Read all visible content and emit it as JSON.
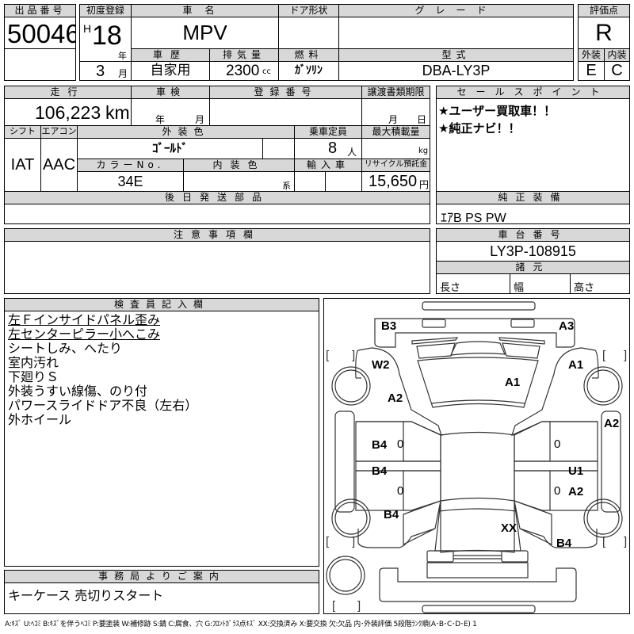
{
  "lot": {
    "label": "出品番号",
    "value": "50046"
  },
  "registration": {
    "label": "初度登録",
    "era": "H",
    "year": "18",
    "year_unit": "年",
    "month": "3",
    "month_unit": "月"
  },
  "car_name": {
    "label": "車名",
    "value": "MPV"
  },
  "door_type": {
    "label": "ドア形状",
    "value": ""
  },
  "grade": {
    "label": "グレード",
    "value": ""
  },
  "score": {
    "label": "評価点",
    "value": "R",
    "exterior_label": "外装",
    "exterior": "E",
    "interior_label": "内装",
    "interior": "C"
  },
  "history": {
    "label": "車歴",
    "value": "自家用"
  },
  "displacement": {
    "label": "排気量",
    "value": "2300",
    "unit": "cc"
  },
  "fuel": {
    "label": "燃料",
    "value": "ｶﾞｿﾘﾝ"
  },
  "model_code": {
    "label": "型式",
    "value": "DBA-LY3P"
  },
  "mileage": {
    "label": "走行",
    "value": "106,223",
    "unit": "km"
  },
  "inspection": {
    "label": "車検",
    "year_unit": "年",
    "month_unit": "月"
  },
  "reg_number": {
    "label": "登録番号",
    "value": ""
  },
  "transfer_deadline": {
    "label": "譲渡書類期限",
    "month_unit": "月",
    "day_unit": "日"
  },
  "shift": {
    "label": "シフト",
    "value": "IAT"
  },
  "aircon": {
    "label": "エアコン",
    "value": "AAC"
  },
  "exterior_color": {
    "label": "外装色",
    "value": "ｺﾞｰﾙﾄﾞ"
  },
  "capacity": {
    "label": "乗車定員",
    "value": "8",
    "unit": "人"
  },
  "max_load": {
    "label": "最大積載量",
    "unit": "kg"
  },
  "color_no": {
    "label": "カラーNo.",
    "value": "34E"
  },
  "interior_color": {
    "label": "内装色",
    "unit": "系"
  },
  "import": {
    "label": "輸入車"
  },
  "recycle": {
    "label": "リサイクル預託金",
    "value": "15,650",
    "unit": "円"
  },
  "later_parts": {
    "label": "後日発送部品",
    "value": ""
  },
  "sales_points": {
    "label": "セールスポイント",
    "lines": [
      "★ユーザー買取車！！",
      "★純正ナビ！！"
    ]
  },
  "equipment": {
    "label": "純正装備",
    "value": "ｴｱB PS PW"
  },
  "chassis": {
    "label": "車台番号",
    "value": "LY3P-108915"
  },
  "specs": {
    "label": "諸元",
    "length": "長さ",
    "width": "幅",
    "height": "高さ"
  },
  "notes": {
    "label": "注意事項欄",
    "value": ""
  },
  "inspector": {
    "label": "検査員記入欄",
    "lines": [
      {
        "text": "左Ｆインサイドパネル歪み",
        "underline": true
      },
      {
        "text": "左センターピラー小へこみ",
        "underline": true
      },
      {
        "text": "シートしみ、へたり",
        "underline": false
      },
      {
        "text": "室内汚れ",
        "underline": false
      },
      {
        "text": "下廻りＳ",
        "underline": false
      },
      {
        "text": "外装うすい線傷、のり付",
        "underline": false
      },
      {
        "text": "パワースライドドア不良（左右）",
        "underline": false
      },
      {
        "text": "外ホイール",
        "underline": false
      }
    ]
  },
  "office": {
    "label": "事務局よりご案内",
    "value": "キーケース 売切りスタート"
  },
  "diagram": {
    "marks": {
      "rear_left": "B3",
      "rear_right": "A3",
      "left_rear_quarter": "W2",
      "roof": "A1",
      "right_rear_quarter": "A1",
      "left_rear_wheelarch": "A2",
      "right_step": "A2",
      "left_rear_door": "B4",
      "left_front_door": "B4",
      "right_front_door_top": "U1",
      "right_front_door_bottom": "A2",
      "left_front_fender": "B4",
      "hood": "XX",
      "right_front_fender": "B4",
      "zero_1": "0",
      "zero_2": "0",
      "zero_3": "0",
      "zero_4": "0"
    }
  },
  "legend": "A:ｷｽﾞ U:ﾍｺﾐ B:ｷｽﾞを伴うﾍｺﾐ P:要塗装 W:補修跡 S:錆 C:腐食、穴 G:ﾌﾛﾝﾄｶﾞﾗｽ点ｷｽﾞ XX:交換済み X:要交換 欠:欠品 内･外装評価 5段階ﾗﾝｸ順(A･B･C･D･E) 1"
}
